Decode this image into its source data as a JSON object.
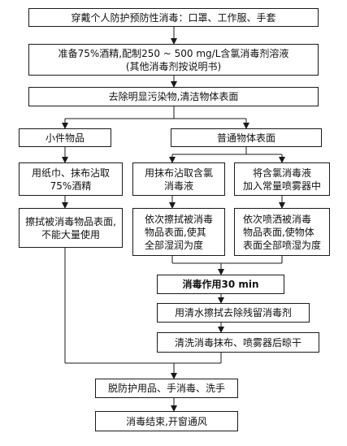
{
  "steps": {
    "ppe": "穿戴个人防护预防性消毒：口罩、工作服、手套",
    "prep_line1": "准备75%酒精,配制250 ~ 500 mg/L含氯消毒剂溶液",
    "prep_line2": "(其他消毒剂按说明书)",
    "clean": "去除明显污染物,清洁物体表面",
    "small_items": "小件物品",
    "general_surface": "普通物体表面",
    "small_wipe_tool": "用纸巾、抹布沾取\n75%酒精",
    "cloth_chlorine": "用抹布沾取含氯\n消毒液",
    "sprayer_fill": "将含氯消毒液\n加入常量喷雾器中",
    "small_wipe_surface": "擦拭被消毒物品表面,\n不能大量使用",
    "wipe_wet": "依次擦拭被消毒\n物品表面,使其\n全部湿润为度",
    "spray_wet": "依次喷洒被消毒\n物品表面,使物体\n表面全部喷湿为度",
    "disinfect_time": "消毒作用30 min",
    "rinse": "用清水擦拭去除残留消毒剂",
    "wash_tools": "清洗消毒抹布、喷雾器后晾干",
    "remove_ppe": "脱防护用品、手消毒、洗手",
    "end": "消毒结束,开窗通风"
  }
}
